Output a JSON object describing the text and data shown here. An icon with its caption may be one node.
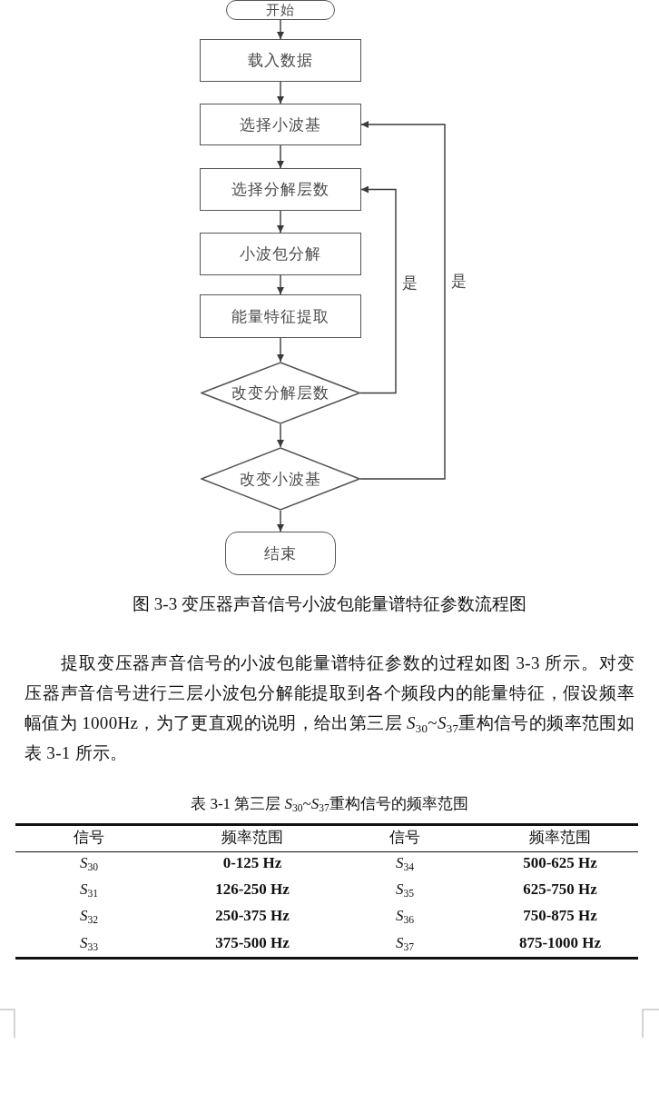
{
  "diagram": {
    "caption": "图 3-3 变压器声音信号小波包能量谱特征参数流程图",
    "nodes": [
      {
        "text": [
          "开始"
        ]
      },
      {
        "text": [
          "载入数据"
        ]
      },
      {
        "text": [
          "选择小波基"
        ]
      },
      {
        "text": [
          "选择分解层数"
        ]
      },
      {
        "text": [
          "小波包分解"
        ]
      },
      {
        "text": [
          "能量特征提取"
        ]
      },
      {
        "text": [
          "改变分解层数"
        ]
      },
      {
        "text": [
          "改变小波基"
        ]
      },
      {
        "text": [
          "结束"
        ]
      }
    ],
    "edges": [
      {
        "from": 0,
        "to": 1,
        "arrow": "to"
      },
      {
        "from": 1,
        "to": 2,
        "arrow": "to"
      },
      {
        "from": 2,
        "to": 3,
        "arrow": "to"
      },
      {
        "from": 3,
        "to": 4,
        "arrow": "to"
      },
      {
        "from": 4,
        "to": 5,
        "arrow": "to"
      },
      {
        "from": 5,
        "to": 6,
        "arrow": "to"
      },
      {
        "from": 6,
        "to": 7,
        "arrow": "to"
      },
      {
        "from": 7,
        "to": 8,
        "arrow": "to"
      },
      {
        "from": 6,
        "to": 3,
        "arrow": "to",
        "label": "是"
      },
      {
        "from": 7,
        "to": 2,
        "arrow": "to",
        "label": "是"
      }
    ],
    "labels": [
      "提取变压器声音信号的小波包能量谱特征参数的过程如图 3-3 所示。对变压器声音信号进行三层小波包分解能提取到各个频段内的能量特征，假设频率幅值为 1000Hz，为了更直观的说明，给出第三层 *S*$_{30}$~*S*$_{37}$重构信号的频率范围如表 3-1 所示。",
      "表 3-1 第三层 *S*$_{30}$~*S*$_{37}$重构信号的频率范围",
      "信号",
      "频率范围",
      "信号",
      "频率范围",
      "*S*$_{30}$",
      "0-125 Hz",
      "*S*$_{34}$",
      "500-625 Hz",
      "*S*$_{31}$",
      "126-250 Hz",
      "*S*$_{35}$",
      "625-750 Hz",
      "*S*$_{32}$",
      "250-375 Hz",
      "*S*$_{36}$",
      "750-875 Hz",
      "*S*$_{33}$",
      "375-500 Hz",
      "*S*$_{37}$",
      "875-1000 Hz"
    ]
  }
}
